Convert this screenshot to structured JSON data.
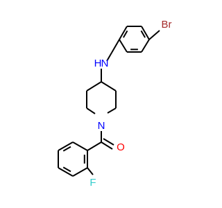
{
  "molecule": {
    "atoms": {
      "amine_N": {
        "symbol": "N",
        "implicit_h": "H",
        "color": "#0000ff"
      },
      "piperidine_N": {
        "symbol": "N",
        "color": "#0000ff"
      },
      "carbonyl_O": {
        "symbol": "O",
        "color": "#ff0000"
      },
      "bromine": {
        "symbol": "Br",
        "color": "#a52a2a"
      },
      "fluorine": {
        "symbol": "F",
        "color": "#33cccc"
      }
    },
    "bond_color": "#000000"
  }
}
